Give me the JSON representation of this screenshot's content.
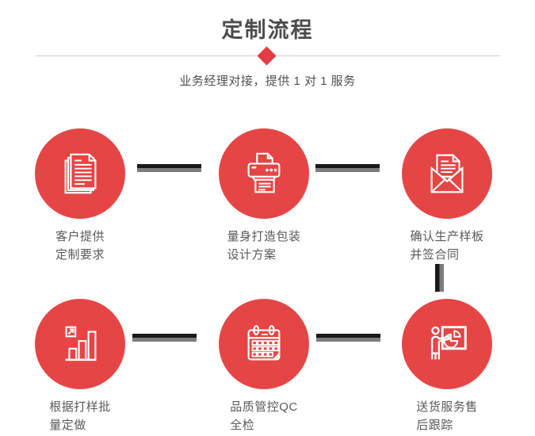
{
  "page": {
    "background": "#ffffff",
    "accent_red": "#e64545",
    "diamond_red": "#e23c42",
    "title_color": "#4c4c4c",
    "label_color": "#595959",
    "connector_dark": "#191919",
    "connector_gray": "#7d7d7d"
  },
  "header": {
    "title": "定制流程",
    "subtitle": "业务经理对接，提供 1 对 1 服务"
  },
  "steps": [
    {
      "icon": "documents-icon",
      "label": "客户提供\n定制要求"
    },
    {
      "icon": "printer-icon",
      "label": "量身打造包装\n设计方案"
    },
    {
      "icon": "envelope-icon",
      "label": "确认生产样板\n并签合同"
    },
    {
      "icon": "bar-chart-icon",
      "label": "根据打样批\n量定做"
    },
    {
      "icon": "calendar-icon",
      "label": "品质管控QC\n全检"
    },
    {
      "icon": "presenter-icon",
      "label": "送货服务售\n后跟踪"
    }
  ]
}
